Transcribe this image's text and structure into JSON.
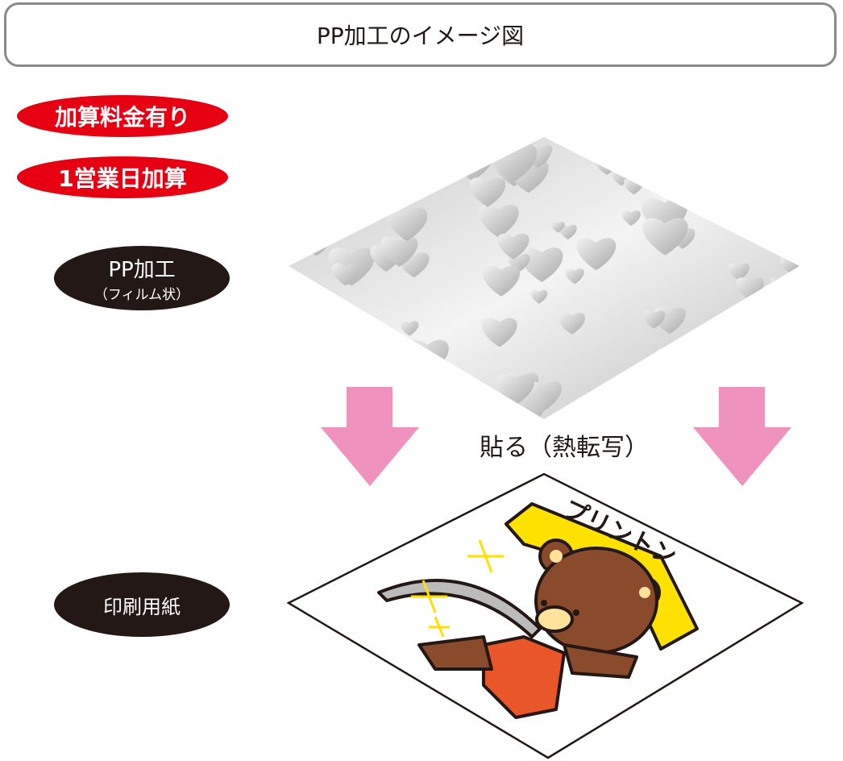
{
  "title": "PP加工のイメージ図",
  "badges": [
    {
      "label": "加算料金有り",
      "color": "#e60012"
    },
    {
      "label": "1営業日加算",
      "color": "#e60012"
    }
  ],
  "layers": [
    {
      "label": "PP加工",
      "sub": "（フィルム状）"
    },
    {
      "label": "印刷用紙"
    }
  ],
  "action_label": "貼る（熱転写）",
  "arrow_color": "#ef92bd",
  "artwork_logo_text": "プリントン"
}
